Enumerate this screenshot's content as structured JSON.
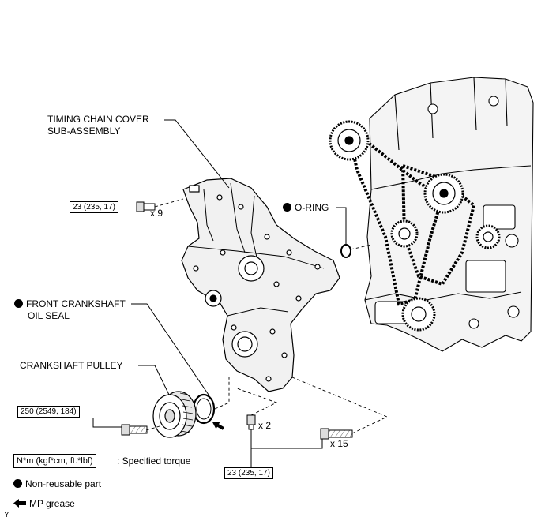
{
  "labels": {
    "timing_cover_line1": "TIMING CHAIN COVER",
    "timing_cover_line2": "SUB-ASSEMBLY",
    "o_ring": "O-RING",
    "front_seal_line1": "FRONT CRANKSHAFT",
    "front_seal_line2": "OIL SEAL",
    "crank_pulley": "CRANKSHAFT PULLEY"
  },
  "torques": {
    "cover_bolts": "23 (235, 17)",
    "pulley_bolt": "250 (2549, 184)",
    "lower_bolts": "23 (235, 17)"
  },
  "quantities": {
    "upper_bolts": "x 9",
    "small_bolts": "x 2",
    "long_bolts": "x 15"
  },
  "legend": {
    "torque_unit": "N*m (kgf*cm, ft.*lbf)",
    "torque_text": ": Specified torque",
    "nonreusable": "Non-reusable part",
    "grease": "MP grease"
  },
  "corner_mark": "Y"
}
